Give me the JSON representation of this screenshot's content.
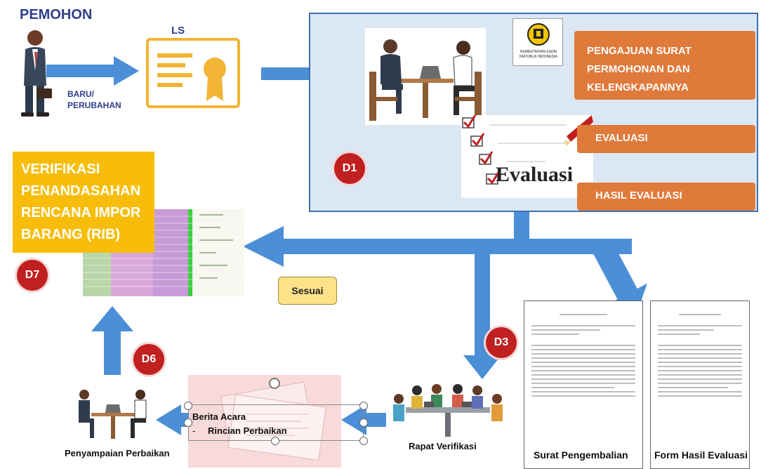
{
  "applicant": {
    "title": "PEMOHON",
    "type_label": "BARU/\nPERUBAHAN"
  },
  "ls": {
    "label": "LS"
  },
  "panel": {
    "step1": "PENGAJUAN SURAT PERMOHONAN DAN KELENGKAPANNYA",
    "step2": "EVALUASI",
    "step3": "HASIL EVALUASI",
    "ministry_logo_text": "KEMENTERIAN ESDM\nREPUBLIK INDONESIA",
    "evaluasi_word": "Evaluasi",
    "badge": "D1"
  },
  "verification": {
    "title": "VERIFIKASI PENANDASAHAN RENCANA IMPOR BARANG (RIB)",
    "badge": "D7"
  },
  "sesuai": {
    "label": "Sesuai"
  },
  "badges": {
    "d3": "D3",
    "d6": "D6"
  },
  "bottom": {
    "berita_acara": "Berita Acara",
    "rincian": "Rincian Perbaikan",
    "penyampaian": "Penyampaian Perbaikan",
    "rapat": "Rapat Verifikasi",
    "surat_pengembalian": "Surat Pengembalian",
    "form_hasil": "Form Hasil Evaluasi"
  },
  "colors": {
    "arrow": "#4b8fd6",
    "orange": "#e07a3b",
    "badge": "#c0201f",
    "yellow": "#f7bd0a",
    "panel": "#dbe8f4"
  }
}
